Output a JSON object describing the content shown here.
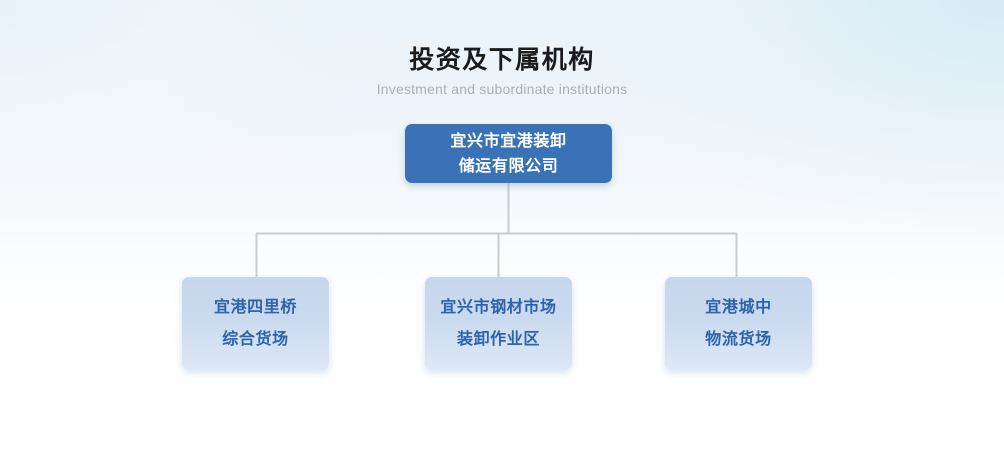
{
  "page": {
    "background_top": "#e8f1f7",
    "background_bottom": "#ffffff"
  },
  "heading": {
    "title": "投资及下属机构",
    "subtitle": "Investment and subordinate institutions",
    "title_color": "#1b1b1b",
    "subtitle_color": "#a9aeb3"
  },
  "org_chart": {
    "connector_color": "#c8ccd0",
    "root": {
      "line1": "宜兴市宜港装卸",
      "line2": "储运有限公司",
      "fill": "#3a72b8",
      "text_color": "#ffffff"
    },
    "children": [
      {
        "line1": "宜港四里桥",
        "line2": "综合货场",
        "fill": "#c6d6ec",
        "text_color": "#2d63ad"
      },
      {
        "line1": "宜兴市钢材市场",
        "line2": "装卸作业区",
        "fill": "#c6d6ec",
        "text_color": "#2d63ad"
      },
      {
        "line1": "宜港城中",
        "line2": "物流货场",
        "fill": "#c6d6ec",
        "text_color": "#2d63ad"
      }
    ]
  }
}
